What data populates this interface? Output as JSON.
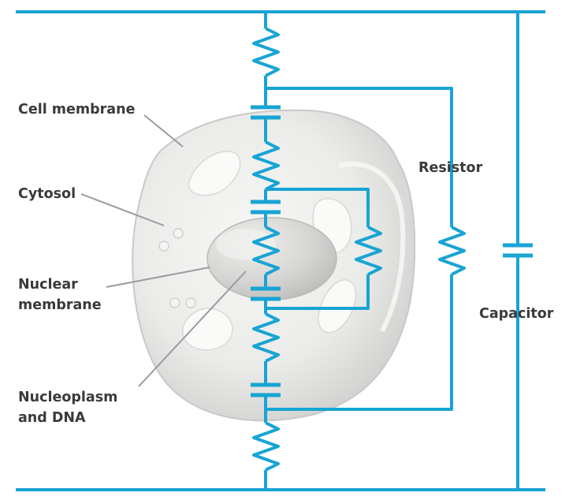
{
  "labels": {
    "cell_membrane": "Cell membrane",
    "cytosol": "Cytosol",
    "nuclear_membrane_line1": "Nuclear",
    "nuclear_membrane_line2": "membrane",
    "nucleoplasm_line1": "Nucleoplasm",
    "nucleoplasm_line2": "and DNA",
    "resistor": "Resistor",
    "capacitor": "Capacitor"
  },
  "colors": {
    "circuit": "#18a4d4",
    "leader_line": "#9a9a9a",
    "label_text": "#3a3a3a",
    "cell_fill": "#ebebe9",
    "nucleus_fill": "#d4d4d2"
  }
}
